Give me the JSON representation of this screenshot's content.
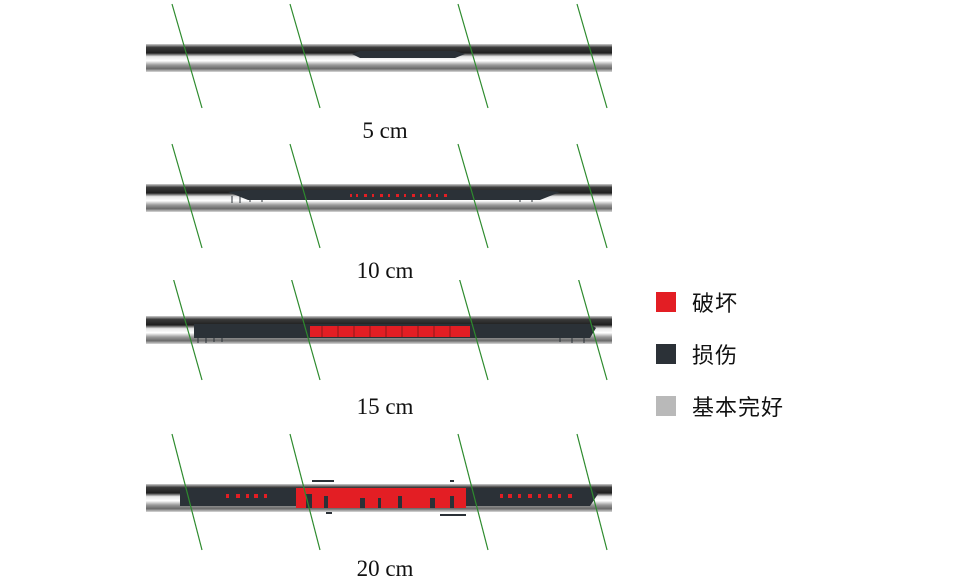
{
  "panels": [
    {
      "label": "5 cm"
    },
    {
      "label": "10 cm"
    },
    {
      "label": "15 cm"
    },
    {
      "label": "20 cm"
    }
  ],
  "legend": {
    "items": [
      {
        "label": "破坏",
        "color": "#e31e24",
        "icon": "red-square"
      },
      {
        "label": "损伤",
        "color": "#2b3137",
        "icon": "dark-square"
      },
      {
        "label": "基本完好",
        "color": "#b9b9b9",
        "icon": "gray-square"
      }
    ]
  },
  "colors": {
    "damage": "#e31e24",
    "injury": "#2b3137",
    "intact": "#b9b9b9",
    "grid_line": "#2e8b2e"
  }
}
